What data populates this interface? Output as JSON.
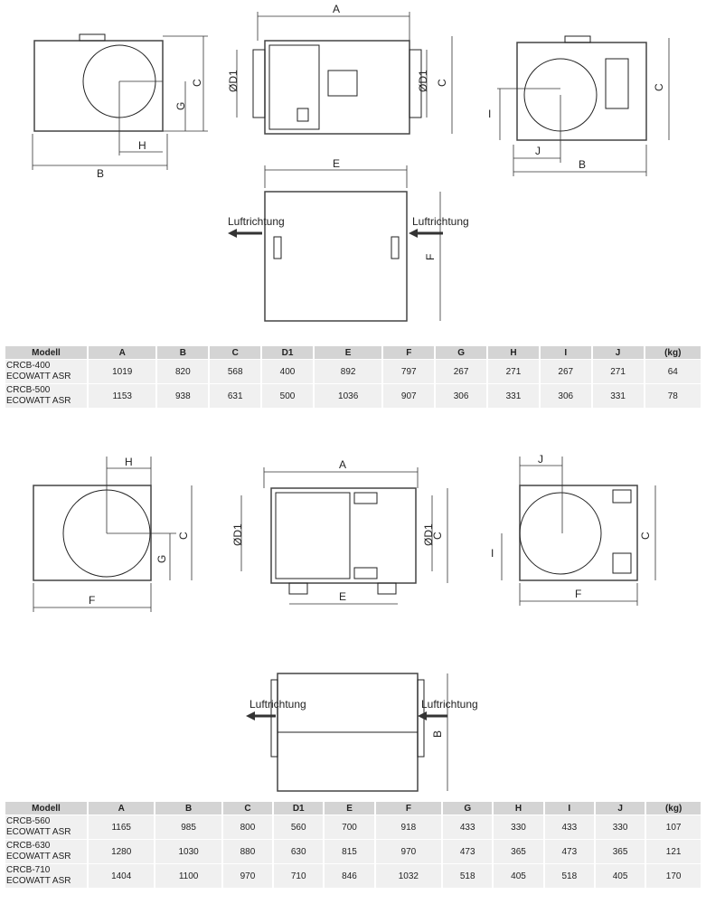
{
  "drawing_labels": {
    "A": "A",
    "B": "B",
    "C": "C",
    "D1": "ØD1",
    "E": "E",
    "F": "F",
    "G": "G",
    "H": "H",
    "I": "I",
    "J": "J",
    "airflow": "Luftrichtung"
  },
  "table1": {
    "headers": [
      "Modell",
      "A",
      "B",
      "C",
      "D1",
      "E",
      "F",
      "G",
      "H",
      "I",
      "J",
      "(kg)"
    ],
    "rows": [
      {
        "model_line1": "CRCB-400",
        "model_line2": "ECOWATT ASR",
        "values": [
          "1019",
          "820",
          "568",
          "400",
          "892",
          "797",
          "267",
          "271",
          "267",
          "271",
          "64"
        ]
      },
      {
        "model_line1": "CRCB-500",
        "model_line2": "ECOWATT ASR",
        "values": [
          "1153",
          "938",
          "631",
          "500",
          "1036",
          "907",
          "306",
          "331",
          "306",
          "331",
          "78"
        ]
      }
    ]
  },
  "table2": {
    "headers": [
      "Modell",
      "A",
      "B",
      "C",
      "D1",
      "E",
      "F",
      "G",
      "H",
      "I",
      "J",
      "(kg)"
    ],
    "rows": [
      {
        "model_line1": "CRCB-560",
        "model_line2": "ECOWATT ASR",
        "values": [
          "1165",
          "985",
          "800",
          "560",
          "700",
          "918",
          "433",
          "330",
          "433",
          "330",
          "107"
        ]
      },
      {
        "model_line1": "CRCB-630",
        "model_line2": "ECOWATT ASR",
        "values": [
          "1280",
          "1030",
          "880",
          "630",
          "815",
          "970",
          "473",
          "365",
          "473",
          "365",
          "121"
        ]
      },
      {
        "model_line1": "CRCB-710",
        "model_line2": "ECOWATT ASR",
        "values": [
          "1404",
          "1100",
          "970",
          "710",
          "846",
          "1032",
          "518",
          "405",
          "518",
          "405",
          "170"
        ]
      }
    ]
  }
}
